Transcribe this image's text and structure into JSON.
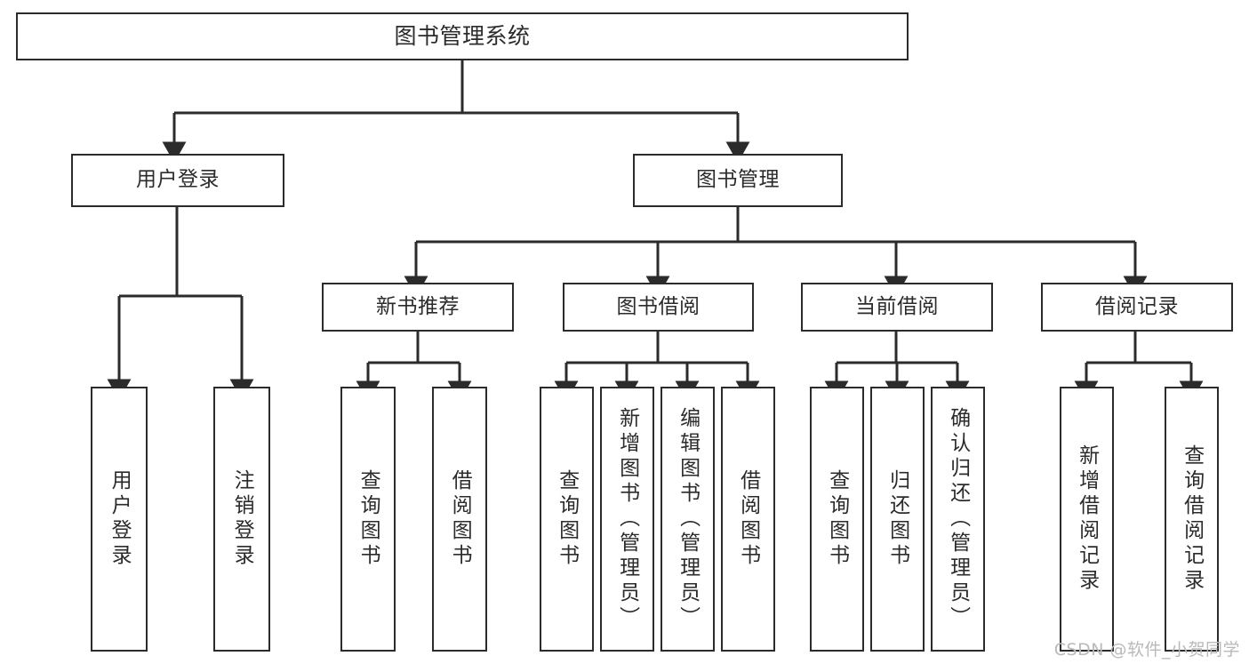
{
  "diagram": {
    "title": "图书管理系统",
    "type": "tree",
    "watermark": "CSDN @软件_小贺同学",
    "colors": {
      "border": "#2b2b2b",
      "text": "#2b2b2b",
      "background": "#ffffff",
      "edge": "#2b2b2b",
      "watermark": "#b9b9b9"
    },
    "nodes": {
      "root": {
        "label": "图书管理系统"
      },
      "level2": [
        {
          "id": "user-login",
          "label": "用户登录"
        },
        {
          "id": "book-management",
          "label": "图书管理"
        }
      ],
      "level3": [
        {
          "id": "new-book-recommend",
          "label": "新书推荐"
        },
        {
          "id": "book-borrow",
          "label": "图书借阅"
        },
        {
          "id": "current-borrow",
          "label": "当前借阅"
        },
        {
          "id": "borrow-record",
          "label": "借阅记录"
        }
      ],
      "leaves": {
        "user-login": [
          {
            "id": "leaf-user-login",
            "label": "用户登录"
          },
          {
            "id": "leaf-logout",
            "label": "注销登录"
          }
        ],
        "new-book-recommend": [
          {
            "id": "leaf-query-book-1",
            "label": "查询图书"
          },
          {
            "id": "leaf-borrow-book-1",
            "label": "借阅图书"
          }
        ],
        "book-borrow": [
          {
            "id": "leaf-query-book-2",
            "label": "查询图书"
          },
          {
            "id": "leaf-add-book",
            "label": "新增图书（管理员）"
          },
          {
            "id": "leaf-edit-book",
            "label": "编辑图书（管理员）"
          },
          {
            "id": "leaf-borrow-book-2",
            "label": "借阅图书"
          }
        ],
        "current-borrow": [
          {
            "id": "leaf-query-book-3",
            "label": "查询图书"
          },
          {
            "id": "leaf-return-book",
            "label": "归还图书"
          },
          {
            "id": "leaf-confirm-return",
            "label": "确认归还（管理员）"
          }
        ],
        "borrow-record": [
          {
            "id": "leaf-add-record",
            "label": "新增借阅记录"
          },
          {
            "id": "leaf-query-record",
            "label": "查询借阅记录"
          }
        ]
      }
    }
  }
}
